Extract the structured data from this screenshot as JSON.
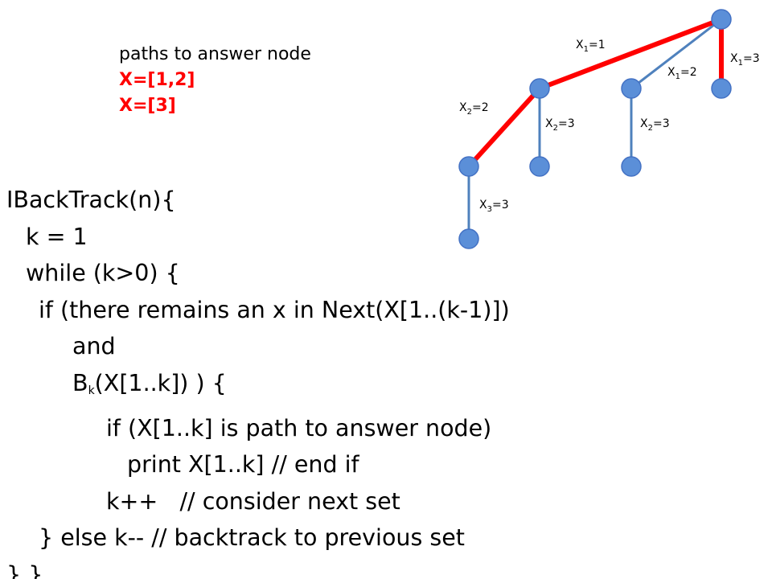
{
  "legend": {
    "heading": "paths to answer node",
    "paths": [
      "X=[1,2]",
      "X=[3]"
    ]
  },
  "code": {
    "lines": [
      {
        "indent": 0,
        "text": "IBackTrack(n){"
      },
      {
        "indent": 1,
        "text": "k = 1"
      },
      {
        "indent": 1,
        "text": "while (k>0) {"
      },
      {
        "indent": 2,
        "text": "if (there remains an x in Next(X[1..(k-1)])"
      },
      {
        "indent": 3,
        "text": "and"
      },
      {
        "indent": 3,
        "pre": "B",
        "sub": "k",
        "text": "(X[1..k]) ) {"
      },
      {
        "indent": 4,
        "text": "if (X[1..k] is path to answer node)"
      },
      {
        "indent": 5,
        "text": "print X[1..k] // end if"
      },
      {
        "indent": 4,
        "text": "k++   // consider next set"
      },
      {
        "indent": 2,
        "text": "} else k-- // backtrack to previous set"
      },
      {
        "indent": 0,
        "text": "} }"
      }
    ]
  },
  "tree": {
    "colors": {
      "node": "#5b8fd8",
      "nodeStroke": "#4472c4",
      "edge": "#4f81bd",
      "highlight": "#ff0000"
    },
    "nodes": [
      {
        "id": "root"
      },
      {
        "id": "n1"
      },
      {
        "id": "n2"
      },
      {
        "id": "n3"
      },
      {
        "id": "n12"
      },
      {
        "id": "n13"
      },
      {
        "id": "n23"
      },
      {
        "id": "n123"
      }
    ],
    "edges": [
      {
        "from": "root",
        "to": "n1",
        "label": {
          "var": "X",
          "sub": "1",
          "val": "=1"
        },
        "highlight": true
      },
      {
        "from": "root",
        "to": "n2",
        "label": {
          "var": "X",
          "sub": "1",
          "val": "=2"
        },
        "highlight": false
      },
      {
        "from": "root",
        "to": "n3",
        "label": {
          "var": "X",
          "sub": "1",
          "val": "=3"
        },
        "highlight": true
      },
      {
        "from": "n1",
        "to": "n12",
        "label": {
          "var": "X",
          "sub": "2",
          "val": "=2"
        },
        "highlight": true
      },
      {
        "from": "n1",
        "to": "n13",
        "label": {
          "var": "X",
          "sub": "2",
          "val": "=3"
        },
        "highlight": false
      },
      {
        "from": "n2",
        "to": "n23",
        "label": {
          "var": "X",
          "sub": "2",
          "val": "=3"
        },
        "highlight": false
      },
      {
        "from": "n12",
        "to": "n123",
        "label": {
          "var": "X",
          "sub": "3",
          "val": "=3"
        },
        "highlight": false
      }
    ]
  }
}
